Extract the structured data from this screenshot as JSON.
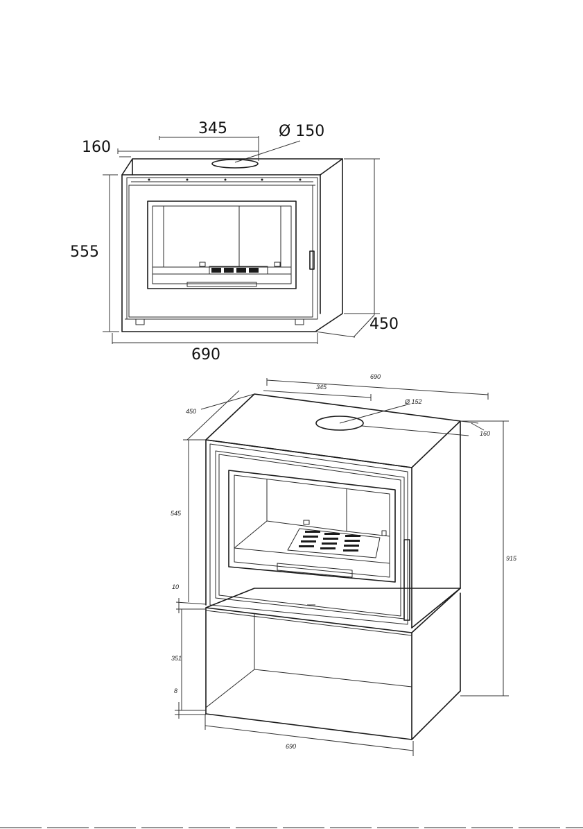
{
  "top_view": {
    "dim_flue_offset": "345",
    "dim_flue_diameter": "Ø 150",
    "dim_back_offset": "160",
    "dim_height": "555",
    "dim_depth": "450",
    "dim_width": "690"
  },
  "bottom_view": {
    "dim_width_top": "690",
    "dim_flue_offset": "345",
    "dim_flue_diameter": "Ø 152",
    "dim_depth": "450",
    "dim_back_offset": "160",
    "dim_stove_height": "545",
    "dim_total_height": "915",
    "dim_gap": "10",
    "dim_stand_height": "351",
    "dim_base": "8",
    "dim_width_bottom": "690"
  }
}
